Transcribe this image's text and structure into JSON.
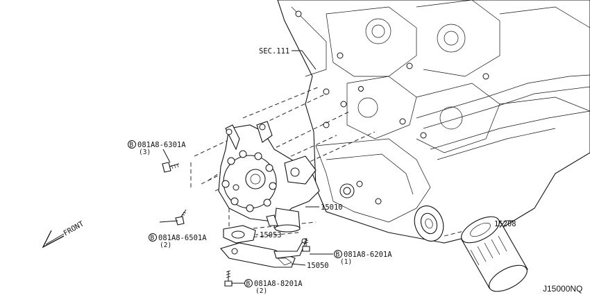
{
  "diagram_id": "J15000NQ",
  "section_ref": "SEC.111",
  "front_label": "FRONT",
  "bolt_symbol": "B",
  "parts": [
    {
      "number": "15010"
    },
    {
      "number": "15053"
    },
    {
      "number": "15050"
    },
    {
      "number": "15208"
    }
  ],
  "bolts": [
    {
      "number": "081A8-6301A",
      "qty": "(3)"
    },
    {
      "number": "081A8-6501A",
      "qty": "(2)"
    },
    {
      "number": "081A8-6201A",
      "qty": "(1)"
    },
    {
      "number": "081A8-8201A",
      "qty": "(2)"
    }
  ]
}
